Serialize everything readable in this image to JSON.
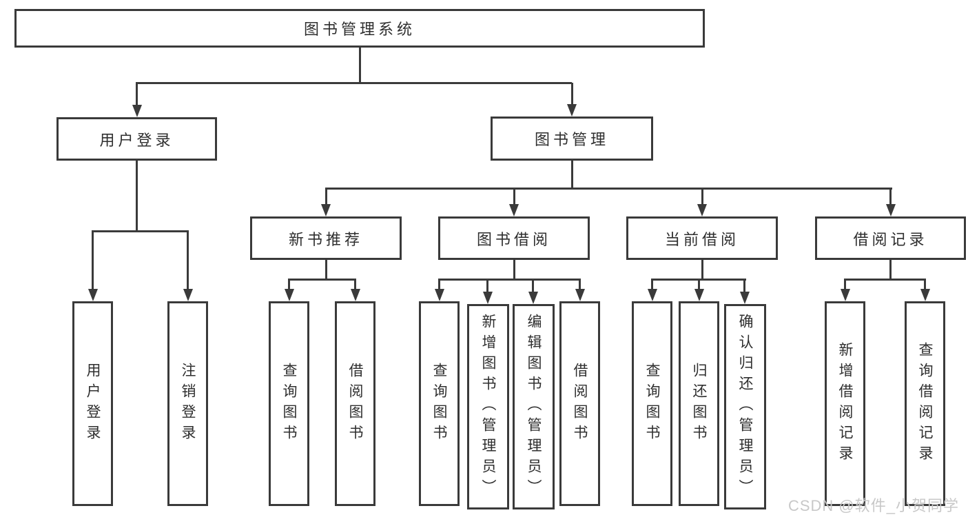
{
  "diagram": {
    "root": {
      "label": "图书管理系统"
    },
    "level2": [
      {
        "label": "用户登录"
      },
      {
        "label": "图书管理"
      }
    ],
    "level3": [
      {
        "label": "新书推荐"
      },
      {
        "label": "图书借阅"
      },
      {
        "label": "当前借阅"
      },
      {
        "label": "借阅记录"
      }
    ],
    "leaves": {
      "user_login": [
        {
          "label": "用户登录"
        },
        {
          "label": "注销登录"
        }
      ],
      "new_books": [
        {
          "label": "查询图书"
        },
        {
          "label": "借阅图书"
        }
      ],
      "book_borrow": [
        {
          "label": "查询图书"
        },
        {
          "label": "新增图书（管理员）"
        },
        {
          "label": "编辑图书（管理员）"
        },
        {
          "label": "借阅图书"
        }
      ],
      "current_borrow": [
        {
          "label": "查询图书"
        },
        {
          "label": "归还图书"
        },
        {
          "label": "确认归还（管理员）"
        }
      ],
      "borrow_records": [
        {
          "label": "新增借阅记录"
        },
        {
          "label": "查询借阅记录"
        }
      ]
    }
  },
  "watermark": {
    "text": "CSDN @软件_小贺同学"
  },
  "colors": {
    "line": "#3a3a3a",
    "text": "#2e2e2e",
    "watermark": "#c8c8c8",
    "background": "#ffffff"
  }
}
